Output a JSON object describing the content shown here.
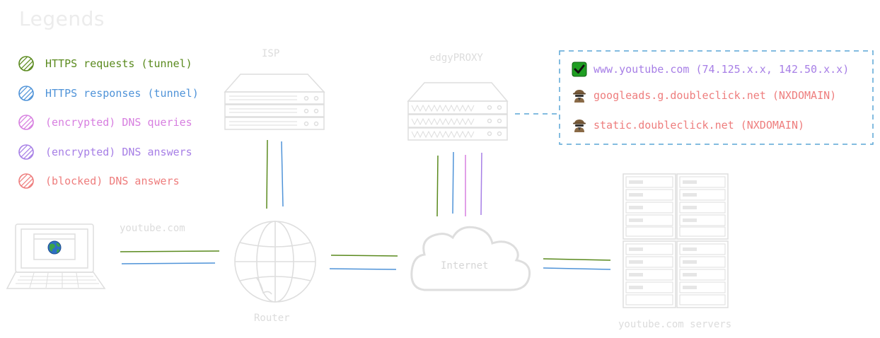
{
  "legend": {
    "title": "Legends",
    "items": [
      {
        "label": "HTTPS requests (tunnel)",
        "color": "#5a8a1e"
      },
      {
        "label": "HTTPS responses (tunnel)",
        "color": "#4f93d8"
      },
      {
        "label": "(encrypted) DNS queries",
        "color": "#d77fe0"
      },
      {
        "label": "(encrypted) DNS answers",
        "color": "#a77fe6"
      },
      {
        "label": "(blocked) DNS answers",
        "color": "#ee7d7d"
      }
    ]
  },
  "nodes": {
    "isp": "ISP",
    "proxy": "edgyPROXY",
    "laptop_site": "youtube.com",
    "router": "Router",
    "internet": "Internet",
    "servers": "youtube.com servers"
  },
  "dns_results": [
    {
      "icon": "checkmark-icon",
      "text": "www.youtube.com (74.125.x.x, 142.50.x.x)",
      "color": "#a77fe6"
    },
    {
      "icon": "spy-icon",
      "text": "googleads.g.doubleclick.net (NXDOMAIN)",
      "color": "#ee7d7d"
    },
    {
      "icon": "spy-icon",
      "text": "static.doubleclick.net (NXDOMAIN)",
      "color": "#ee7d7d"
    }
  ],
  "colors": {
    "request": "#5a8a1e",
    "response": "#4f93d8",
    "dns_query": "#d77fe0",
    "dns_answer": "#a77fe6",
    "blocked": "#ee7d7d",
    "sketch": "#dedede",
    "box": "#5aa6d6"
  }
}
